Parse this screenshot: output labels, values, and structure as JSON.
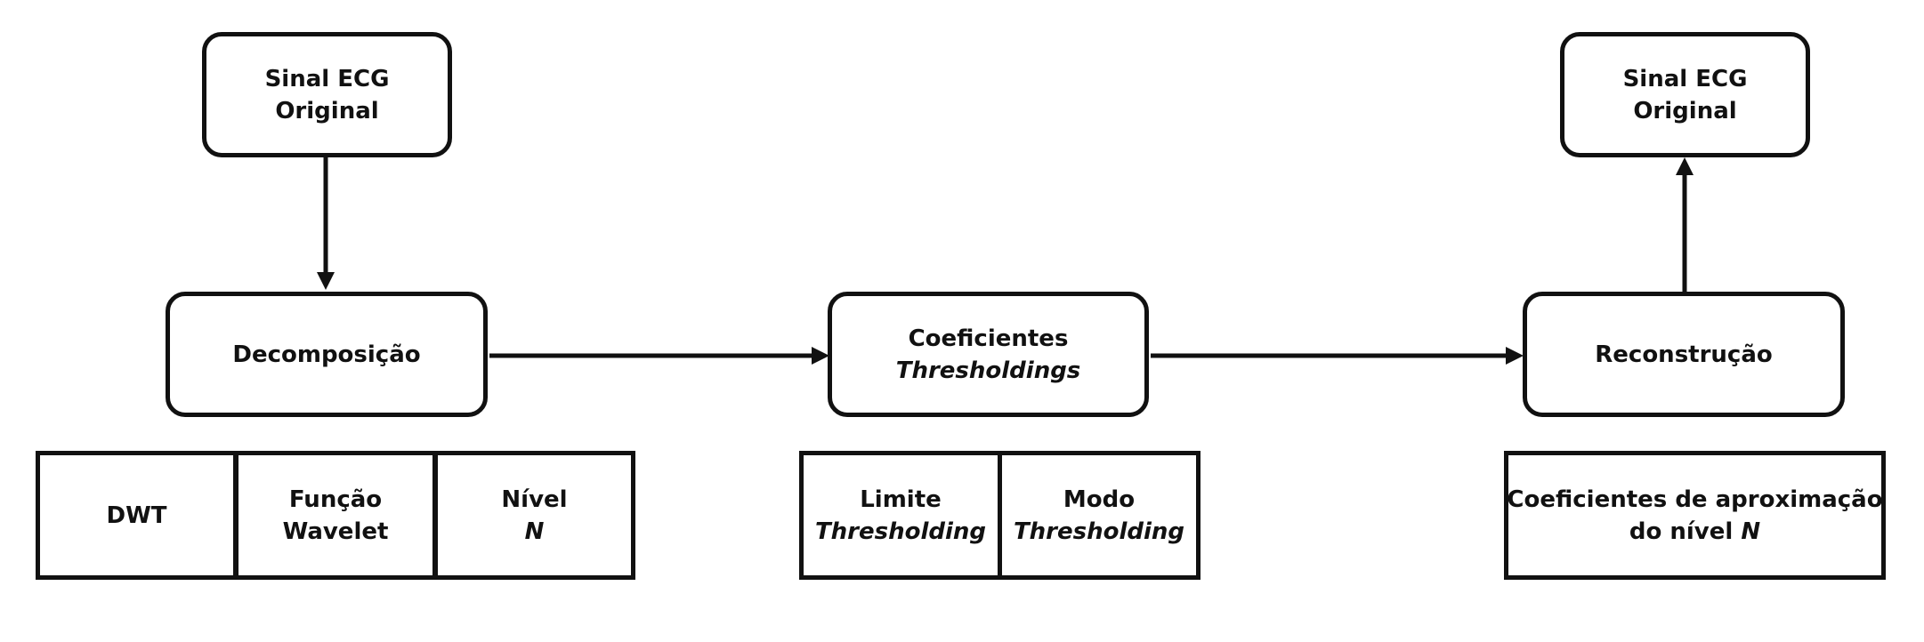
{
  "nodes": {
    "input_signal": {
      "line1": "Sinal ECG",
      "line2": "Original"
    },
    "decomposition": {
      "label": "Decomposição"
    },
    "thresholding": {
      "line1": "Coeficientes",
      "line2": "Thresholdings"
    },
    "reconstruction": {
      "label": "Reconstrução"
    },
    "output_signal": {
      "line1": "Sinal ECG",
      "line2": "Original"
    }
  },
  "decomposition_params": {
    "dwt": "DWT",
    "wavelet_line1": "Função",
    "wavelet_line2": "Wavelet",
    "level_line1": "Nível",
    "level_line2": "N"
  },
  "threshold_params": {
    "limit_line1": "Limite",
    "limit_line2": "Thresholding",
    "mode_line1": "Modo",
    "mode_line2": "Thresholding"
  },
  "reconstruction_params": {
    "line1": "Coeficientes de aproximação",
    "line2_prefix": "do nível",
    "line2_var": "N"
  },
  "colors": {
    "stroke": "#111111",
    "background": "#ffffff"
  }
}
